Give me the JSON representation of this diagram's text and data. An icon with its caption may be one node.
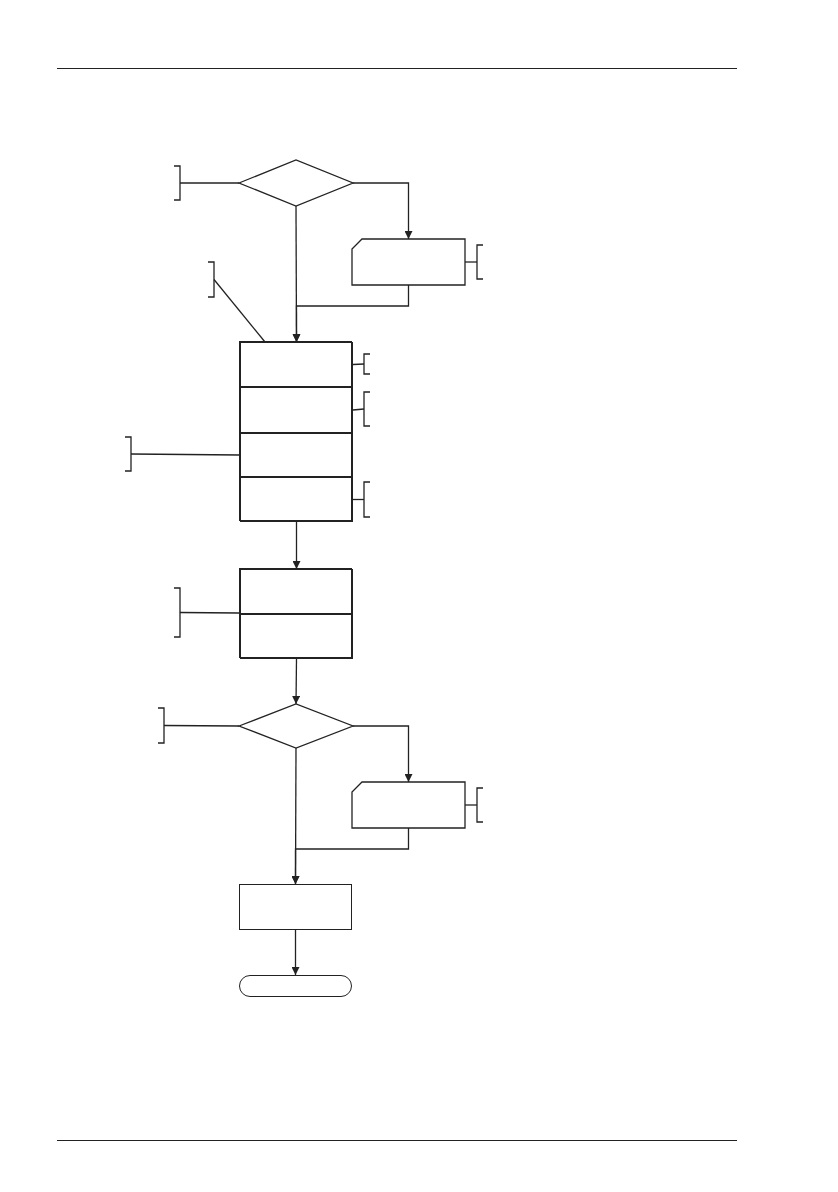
{
  "diagram": {
    "nodes": [
      {
        "text": [],
        "shape": "diamond"
      },
      {
        "text": [],
        "shape": "bracket"
      },
      {
        "text": [],
        "shape": "card"
      },
      {
        "text": [],
        "shape": "bracket"
      },
      {
        "text": [],
        "shape": "bracket"
      },
      {
        "text": [],
        "shape": "box"
      },
      {
        "text": [],
        "shape": "box",
        "in": 5
      },
      {
        "text": [],
        "shape": "box",
        "in": 5
      },
      {
        "text": [],
        "shape": "box",
        "in": 5
      },
      {
        "text": [],
        "shape": "box",
        "in": 5
      },
      {
        "text": [],
        "shape": "bracket"
      },
      {
        "text": [],
        "shape": "bracket"
      },
      {
        "text": [],
        "shape": "bracket"
      },
      {
        "text": [],
        "shape": "bracket"
      },
      {
        "text": [],
        "shape": "box"
      },
      {
        "text": [],
        "shape": "box",
        "in": 14
      },
      {
        "text": [],
        "shape": "box",
        "in": 14
      },
      {
        "text": [],
        "shape": "bracket"
      },
      {
        "text": [],
        "shape": "diamond"
      },
      {
        "text": [],
        "shape": "bracket"
      },
      {
        "text": [],
        "shape": "card"
      },
      {
        "text": [],
        "shape": "bracket"
      },
      {
        "text": [],
        "shape": "box"
      },
      {
        "text": [],
        "shape": "stadium"
      }
    ],
    "edges": [
      {
        "from": 0,
        "to": 6,
        "arrow": "to"
      },
      {
        "from": 0,
        "to": 2,
        "arrow": "to"
      },
      {
        "from": 2,
        "to": 6,
        "arrow": "to"
      },
      {
        "from": 9,
        "to": 15,
        "arrow": "to"
      },
      {
        "from": 16,
        "to": 18,
        "arrow": "to"
      },
      {
        "from": 18,
        "to": 22,
        "arrow": "to"
      },
      {
        "from": 18,
        "to": 20,
        "arrow": "to"
      },
      {
        "from": 20,
        "to": 22,
        "arrow": "to"
      },
      {
        "from": 22,
        "to": 23,
        "arrow": "to"
      },
      {
        "from": 1,
        "to": 0,
        "arrow": "none"
      },
      {
        "from": 3,
        "to": 2,
        "arrow": "none"
      },
      {
        "from": 4,
        "to": 6,
        "arrow": "none"
      },
      {
        "from": 10,
        "to": 6,
        "arrow": "none"
      },
      {
        "from": 11,
        "to": 7,
        "arrow": "none"
      },
      {
        "from": 12,
        "to": 8,
        "arrow": "none"
      },
      {
        "from": 13,
        "to": 9,
        "arrow": "none"
      },
      {
        "from": 17,
        "to": 14,
        "arrow": "none"
      },
      {
        "from": 19,
        "to": 18,
        "arrow": "none"
      },
      {
        "from": 21,
        "to": 20,
        "arrow": "none"
      }
    ]
  }
}
